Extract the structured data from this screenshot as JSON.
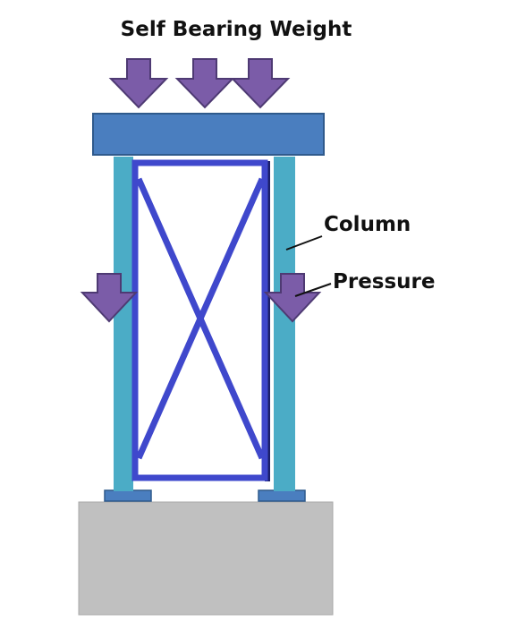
{
  "labels": {
    "title": "Self Bearing Weight",
    "column": "Column",
    "pressure": "Pressure"
  },
  "colors": {
    "beam_fill": "#4a7ebf",
    "beam_stroke": "#2f5a8c",
    "column_fill": "#4bacc6",
    "frame_stroke": "#3f48cc",
    "frame_shadow": "#1b1f6b",
    "arrow_fill": "#7b5ca8",
    "arrow_stroke": "#4e3a73",
    "base_fill": "#c0c0c0",
    "base_stroke": "#a9a9a9",
    "foot_fill": "#4a7ebf",
    "leader": "#111111"
  },
  "icons": {
    "load_arrow": "down-arrow-icon"
  }
}
